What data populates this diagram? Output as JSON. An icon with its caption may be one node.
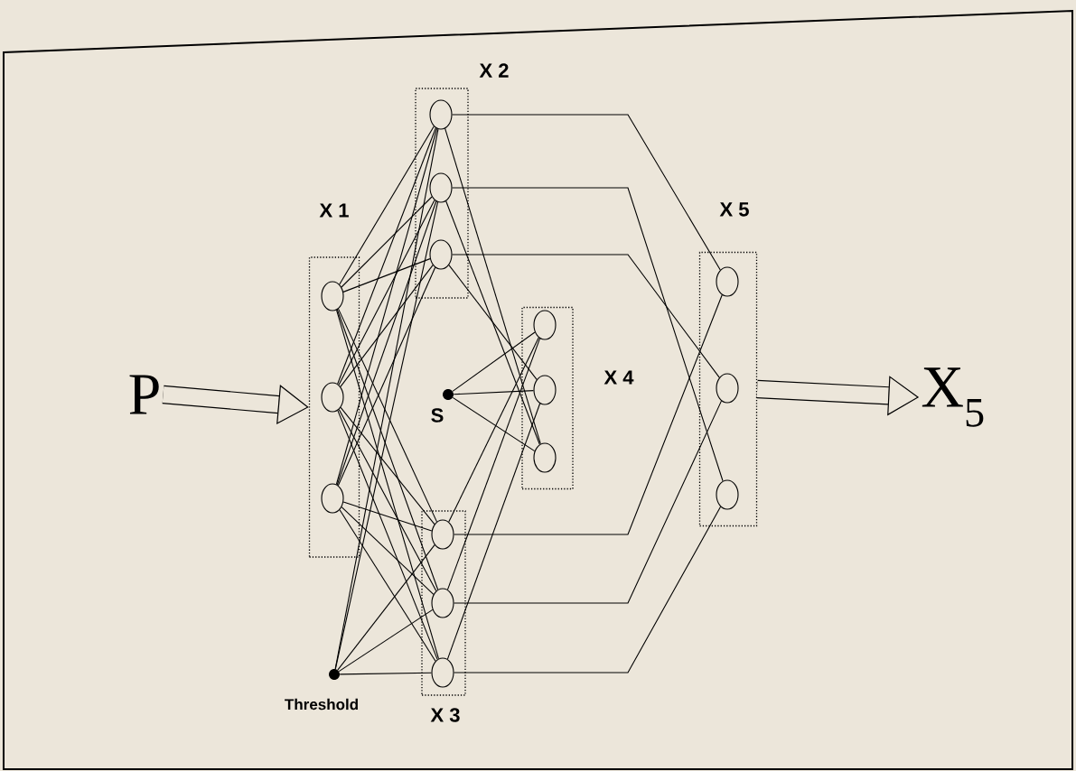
{
  "diagram": {
    "nodes": [
      {
        "text": [
          "P"
        ]
      },
      {
        "text": [
          "X 1"
        ]
      },
      {
        "text": [],
        "shape": "circle",
        "in": 1
      },
      {
        "text": [],
        "shape": "circle",
        "in": 1
      },
      {
        "text": [],
        "shape": "circle",
        "in": 1
      },
      {
        "text": [
          "X 2"
        ]
      },
      {
        "text": [],
        "shape": "circle",
        "in": 5
      },
      {
        "text": [],
        "shape": "circle",
        "in": 5
      },
      {
        "text": [],
        "shape": "circle",
        "in": 5
      },
      {
        "text": [
          "X 3"
        ]
      },
      {
        "text": [],
        "shape": "circle",
        "in": 9
      },
      {
        "text": [],
        "shape": "circle",
        "in": 9
      },
      {
        "text": [],
        "shape": "circle",
        "in": 9
      },
      {
        "text": [
          "X 4"
        ]
      },
      {
        "text": [],
        "shape": "circle",
        "in": 13
      },
      {
        "text": [],
        "shape": "circle",
        "in": 13
      },
      {
        "text": [],
        "shape": "circle",
        "in": 13
      },
      {
        "text": [
          "X 5"
        ]
      },
      {
        "text": [],
        "shape": "circle",
        "in": 17
      },
      {
        "text": [],
        "shape": "circle",
        "in": 17
      },
      {
        "text": [],
        "shape": "circle",
        "in": 17
      },
      {
        "text": [],
        "shape": "dot",
        "beside": [
          "S"
        ]
      },
      {
        "text": [],
        "shape": "dot",
        "beside": [
          "Threshold"
        ]
      },
      {
        "text": [
          "X$_{5}$"
        ]
      }
    ],
    "edges": [
      {
        "from": 0,
        "to": 1,
        "arrow": "to",
        "style": "thick"
      },
      {
        "from": 17,
        "to": 23,
        "arrow": "to",
        "style": "thick"
      },
      {
        "from": 2,
        "to": 6,
        "arrow": "none"
      },
      {
        "from": 2,
        "to": 7,
        "arrow": "none"
      },
      {
        "from": 2,
        "to": 8,
        "arrow": "none"
      },
      {
        "from": 2,
        "to": 10,
        "arrow": "none"
      },
      {
        "from": 2,
        "to": 11,
        "arrow": "none"
      },
      {
        "from": 2,
        "to": 12,
        "arrow": "none"
      },
      {
        "from": 3,
        "to": 6,
        "arrow": "none"
      },
      {
        "from": 3,
        "to": 7,
        "arrow": "none"
      },
      {
        "from": 3,
        "to": 8,
        "arrow": "none"
      },
      {
        "from": 3,
        "to": 10,
        "arrow": "none"
      },
      {
        "from": 3,
        "to": 11,
        "arrow": "none"
      },
      {
        "from": 3,
        "to": 12,
        "arrow": "none"
      },
      {
        "from": 4,
        "to": 6,
        "arrow": "none"
      },
      {
        "from": 4,
        "to": 7,
        "arrow": "none"
      },
      {
        "from": 4,
        "to": 8,
        "arrow": "none"
      },
      {
        "from": 4,
        "to": 10,
        "arrow": "none"
      },
      {
        "from": 4,
        "to": 11,
        "arrow": "none"
      },
      {
        "from": 4,
        "to": 12,
        "arrow": "none"
      },
      {
        "from": 22,
        "to": 6,
        "arrow": "none"
      },
      {
        "from": 22,
        "to": 7,
        "arrow": "none"
      },
      {
        "from": 22,
        "to": 10,
        "arrow": "none"
      },
      {
        "from": 22,
        "to": 11,
        "arrow": "none"
      },
      {
        "from": 22,
        "to": 12,
        "arrow": "none"
      },
      {
        "from": 21,
        "to": 14,
        "arrow": "none"
      },
      {
        "from": 21,
        "to": 15,
        "arrow": "none"
      },
      {
        "from": 21,
        "to": 16,
        "arrow": "none"
      },
      {
        "from": 6,
        "to": 16,
        "arrow": "none"
      },
      {
        "from": 7,
        "to": 16,
        "arrow": "none"
      },
      {
        "from": 8,
        "to": 15,
        "arrow": "none"
      },
      {
        "from": 10,
        "to": 14,
        "arrow": "none"
      },
      {
        "from": 11,
        "to": 14,
        "arrow": "none"
      },
      {
        "from": 12,
        "to": 15,
        "arrow": "none"
      },
      {
        "from": 6,
        "to": 18,
        "arrow": "none"
      },
      {
        "from": 7,
        "to": 20,
        "arrow": "none"
      },
      {
        "from": 8,
        "to": 19,
        "arrow": "none"
      },
      {
        "from": 10,
        "to": 18,
        "arrow": "none"
      },
      {
        "from": 11,
        "to": 19,
        "arrow": "none"
      },
      {
        "from": 12,
        "to": 20,
        "arrow": "none"
      }
    ]
  }
}
